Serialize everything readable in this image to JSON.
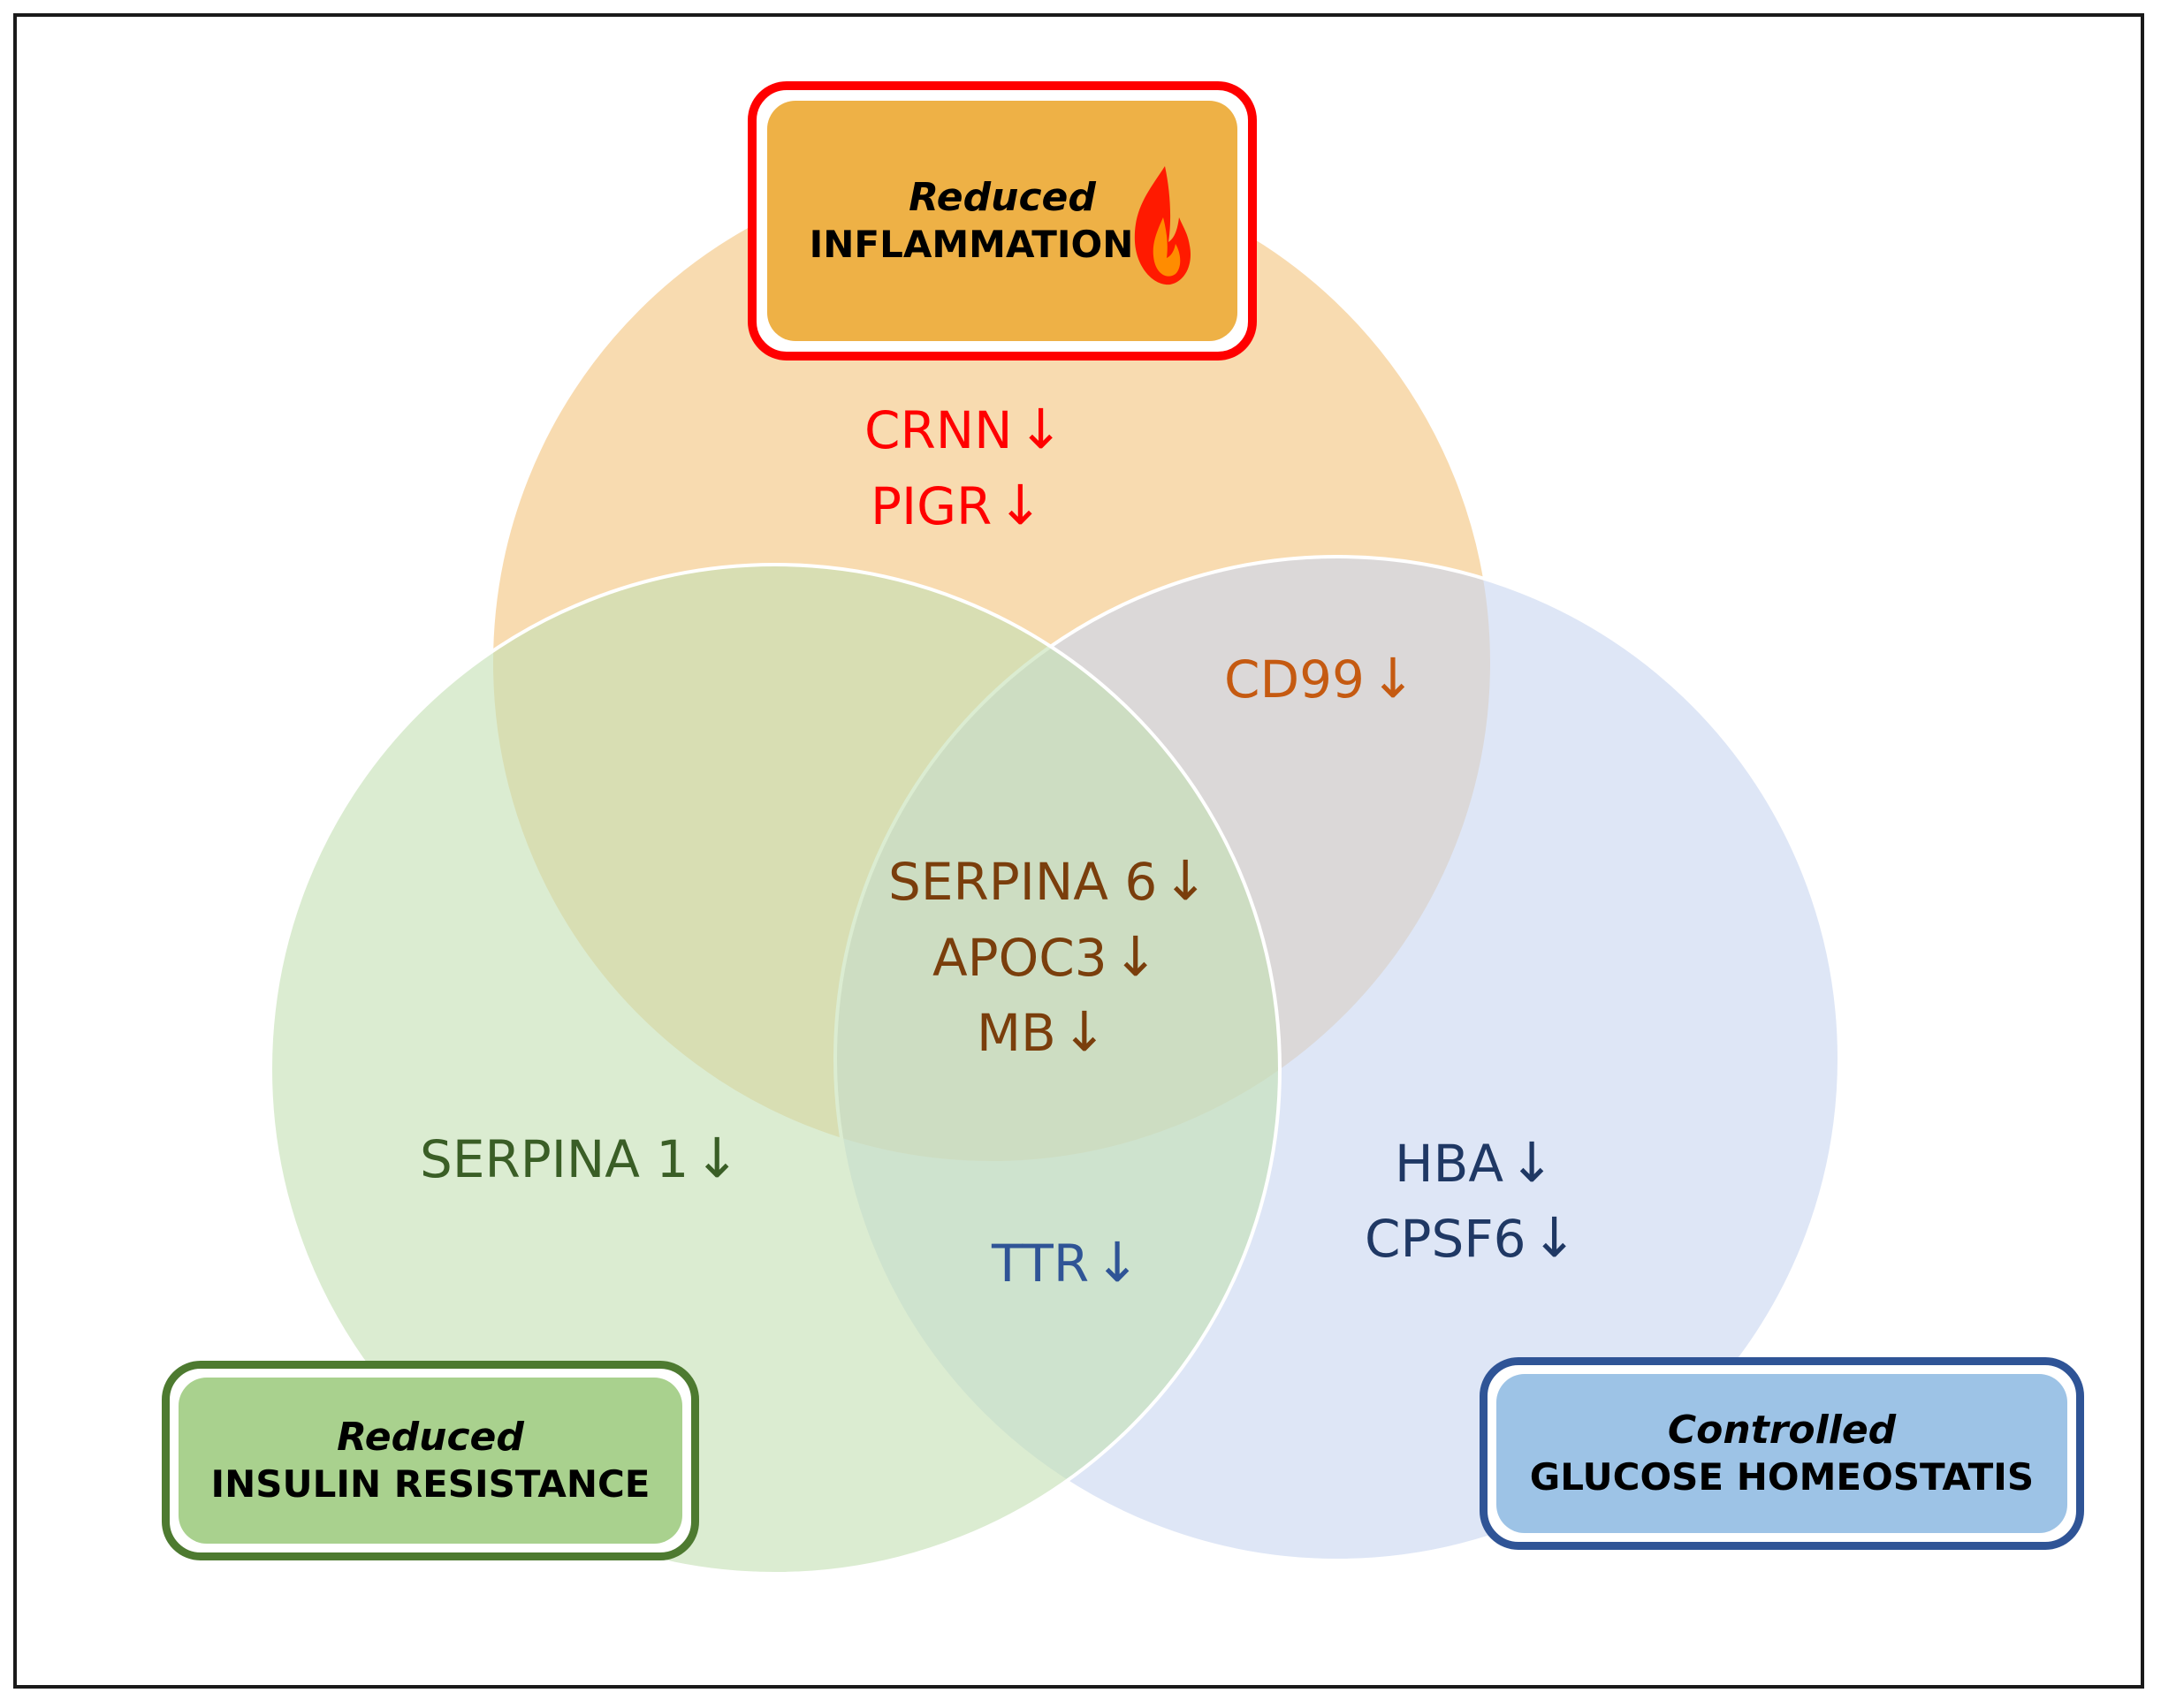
{
  "labels": {
    "inflammation": {
      "qualifier": "Reduced",
      "title": "INFLAMMATION"
    },
    "insulin": {
      "qualifier": "Reduced",
      "title": "INSULIN RESISTANCE"
    },
    "glucose": {
      "qualifier": "Controlled",
      "title": "GLUCOSE HOMEOSTATIS"
    }
  },
  "genes": {
    "inflammation_only": [
      "CRNN",
      "PIGR"
    ],
    "inflammation_glucose": [
      "CD99"
    ],
    "all_three": [
      "SERPINA 6",
      "APOC3",
      "MB"
    ],
    "insulin_only": [
      "SERPINA 1"
    ],
    "insulin_glucose": [
      "TTR"
    ],
    "glucose_only": [
      "HBA",
      "CPSF6"
    ]
  },
  "arrow_glyph": "↓",
  "colors": {
    "inflammation_circle": "#f4c57f",
    "insulin_circle": "#c5e0b4",
    "glucose_circle": "#c9d7f0",
    "inflammation_border": "#ff0000",
    "insulin_border": "#4d7a30",
    "glucose_border": "#2f5496"
  },
  "icons": {
    "flame": "flame-icon"
  }
}
